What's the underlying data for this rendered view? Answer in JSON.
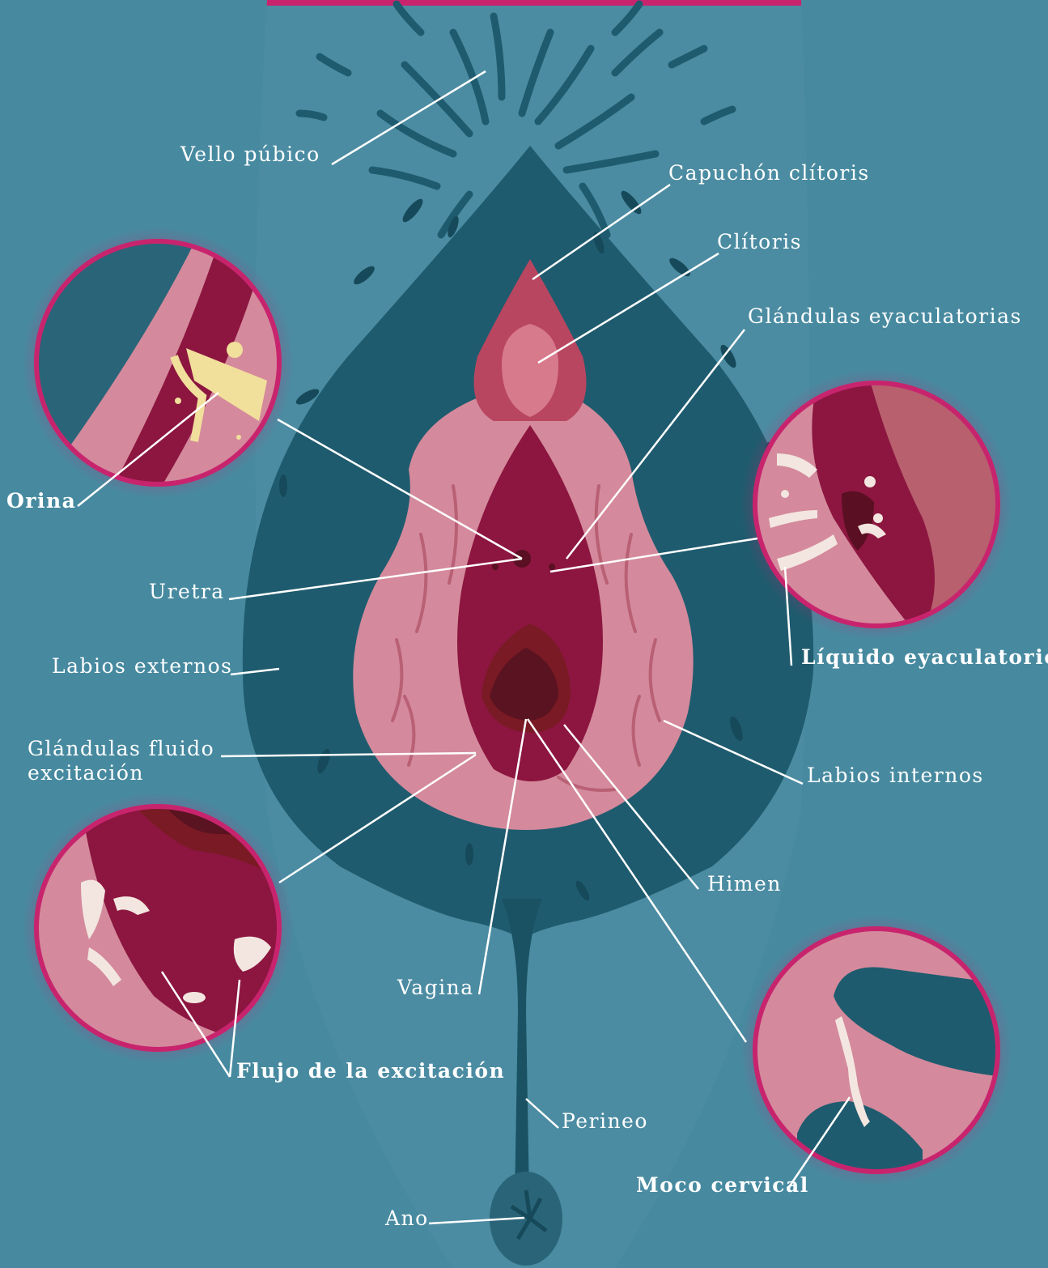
{
  "colors": {
    "background": "#4b8ca2",
    "top_bar": "#c8246e",
    "dark_teal": "#1f5b6e",
    "labia_outer": "#d48a9c",
    "labia_inner": "#8c1640",
    "vagina_dark": "#5a1320",
    "callout_border": "#c8246e",
    "label_text": "#ffffff"
  },
  "labels": {
    "vello_pubico": "Vello púbico",
    "capuchon_clitoris": "Capuchón clítoris",
    "clitoris": "Clítoris",
    "glandulas_eyaculatorias": "Glándulas eyaculatorias",
    "orina": "Orina",
    "uretra": "Uretra",
    "liquido_eyaculatorio": "Líquido eyaculatorio",
    "labios_externos": "Labios externos",
    "glandulas_fluido": "Glándulas fluido\nexcitación",
    "labios_internos": "Labios internos",
    "himen": "Himen",
    "vagina": "Vagina",
    "flujo_excitacion": "Flujo de la excitación",
    "perineo": "Perineo",
    "moco_cervical": "Moco cervical",
    "ano": "Ano"
  },
  "callouts": [
    {
      "id": "orina",
      "icon": "urine-detail-icon"
    },
    {
      "id": "liquido-eyaculatorio",
      "icon": "ejaculatory-fluid-detail-icon"
    },
    {
      "id": "flujo-excitacion",
      "icon": "arousal-fluid-detail-icon"
    },
    {
      "id": "moco-cervical",
      "icon": "cervical-mucus-detail-icon"
    }
  ]
}
